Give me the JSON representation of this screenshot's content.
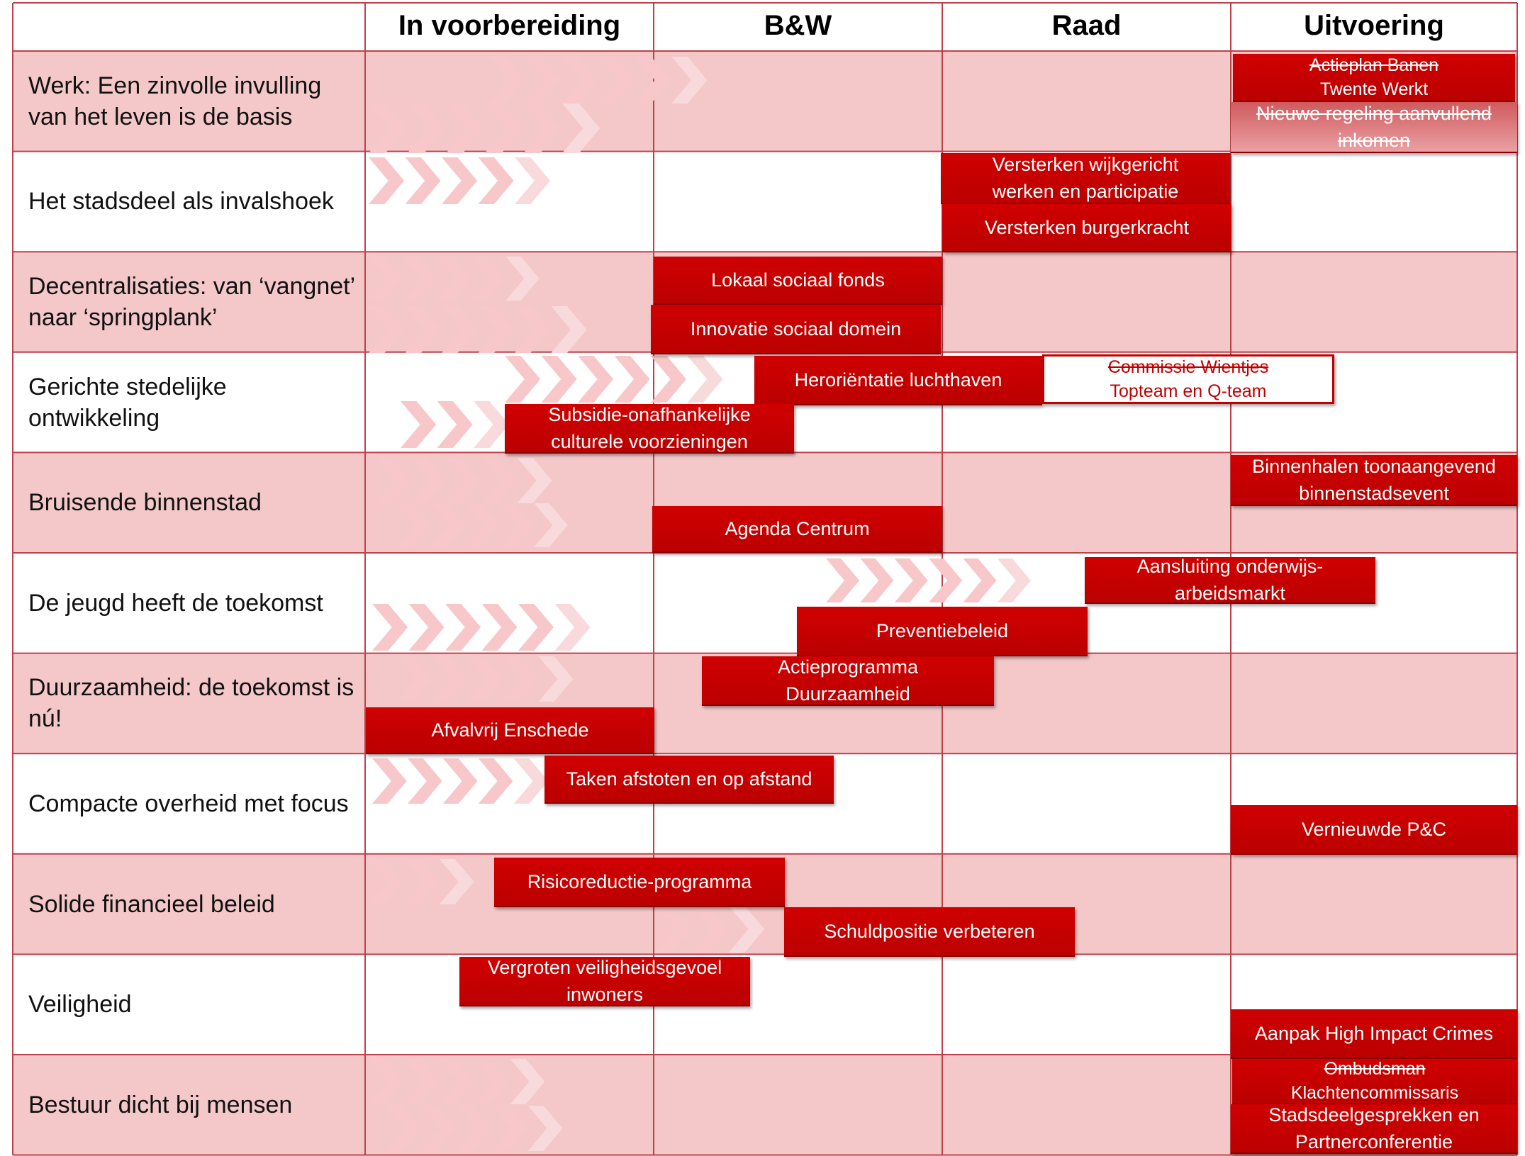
{
  "colors": {
    "band": "#f4c8c9",
    "white": "#ffffff",
    "grid_line": "#c0404a",
    "box_red": "#c00000",
    "chevron_light": "#f7c7ca"
  },
  "headers": [
    "In voorbereiding",
    "B&W",
    "Raad",
    "Uitvoering"
  ],
  "rows": [
    {
      "label": "Werk: Een zinvolle invulling van het leven is de basis"
    },
    {
      "label": "Het stadsdeel als invalshoek"
    },
    {
      "label": "Decentralisaties: van ‘vangnet’ naar ‘springplank’"
    },
    {
      "label": "Gerichte stedelijke ontwikkeling"
    },
    {
      "label": "Bruisende binnenstad"
    },
    {
      "label": "De jeugd heeft de toekomst"
    },
    {
      "label": "Duurzaamheid: de toekomst is nú!"
    },
    {
      "label": "Compacte overheid met focus"
    },
    {
      "label": "Solide financieel beleid"
    },
    {
      "label": "Veiligheid"
    },
    {
      "label": "Bestuur dicht bij mensen"
    }
  ],
  "boxes": [
    {
      "lines": [
        "Actieplan Banen",
        "Twente Werkt"
      ],
      "struck": [
        true,
        false
      ],
      "style": "small"
    },
    {
      "lines": [
        "Nieuwe regeling aanvullend",
        "inkomen"
      ],
      "struck": [
        true,
        true
      ],
      "style": "light"
    },
    {
      "lines": [
        "Versterken wijkgericht",
        "werken en participatie"
      ],
      "struck": [
        false,
        false
      ],
      "style": ""
    },
    {
      "lines": [
        "Versterken burgerkracht"
      ],
      "struck": [
        false
      ],
      "style": ""
    },
    {
      "lines": [
        "Lokaal sociaal fonds"
      ],
      "struck": [
        false
      ],
      "style": ""
    },
    {
      "lines": [
        "Innovatie sociaal domein"
      ],
      "struck": [
        false
      ],
      "style": ""
    },
    {
      "lines": [
        "Heroriëntatie luchthaven"
      ],
      "struck": [
        false
      ],
      "style": ""
    },
    {
      "lines": [
        "Commissie Wientjes",
        "Topteam en Q-team"
      ],
      "struck": [
        true,
        false
      ],
      "style": "outline small"
    },
    {
      "lines": [
        "Subsidie-onafhankelijke",
        "culturele voorzieningen"
      ],
      "struck": [
        false,
        false
      ],
      "style": ""
    },
    {
      "lines": [
        "Binnenhalen toonaangevend",
        "binnenstadsevent"
      ],
      "struck": [
        false,
        false
      ],
      "style": ""
    },
    {
      "lines": [
        "Agenda Centrum"
      ],
      "struck": [
        false
      ],
      "style": ""
    },
    {
      "lines": [
        "Aansluiting onderwijs-",
        "arbeidsmarkt"
      ],
      "struck": [
        false,
        false
      ],
      "style": ""
    },
    {
      "lines": [
        "Preventiebeleid"
      ],
      "struck": [
        false
      ],
      "style": ""
    },
    {
      "lines": [
        "Actieprogramma",
        "Duurzaamheid"
      ],
      "struck": [
        false,
        false
      ],
      "style": ""
    },
    {
      "lines": [
        "Afvalvrij Enschede"
      ],
      "struck": [
        false
      ],
      "style": ""
    },
    {
      "lines": [
        "Taken afstoten en op afstand"
      ],
      "struck": [
        false
      ],
      "style": ""
    },
    {
      "lines": [
        "Vernieuwde P&C"
      ],
      "struck": [
        false
      ],
      "style": ""
    },
    {
      "lines": [
        "Risicoreductie-programma"
      ],
      "struck": [
        false
      ],
      "style": ""
    },
    {
      "lines": [
        "Schuldpositie verbeteren"
      ],
      "struck": [
        false
      ],
      "style": ""
    },
    {
      "lines": [
        "Vergroten veiligheidsgevoel",
        "inwoners"
      ],
      "struck": [
        false,
        false
      ],
      "style": ""
    },
    {
      "lines": [
        "Aanpak High Impact Crimes"
      ],
      "struck": [
        false
      ],
      "style": ""
    },
    {
      "lines": [
        "Ombudsman",
        "Klachtencommissaris"
      ],
      "struck": [
        true,
        false
      ],
      "style": "small"
    },
    {
      "lines": [
        "Stadsdeelgesprekken en",
        "Partnerconferentie"
      ],
      "struck": [
        false,
        false
      ],
      "style": ""
    }
  ]
}
